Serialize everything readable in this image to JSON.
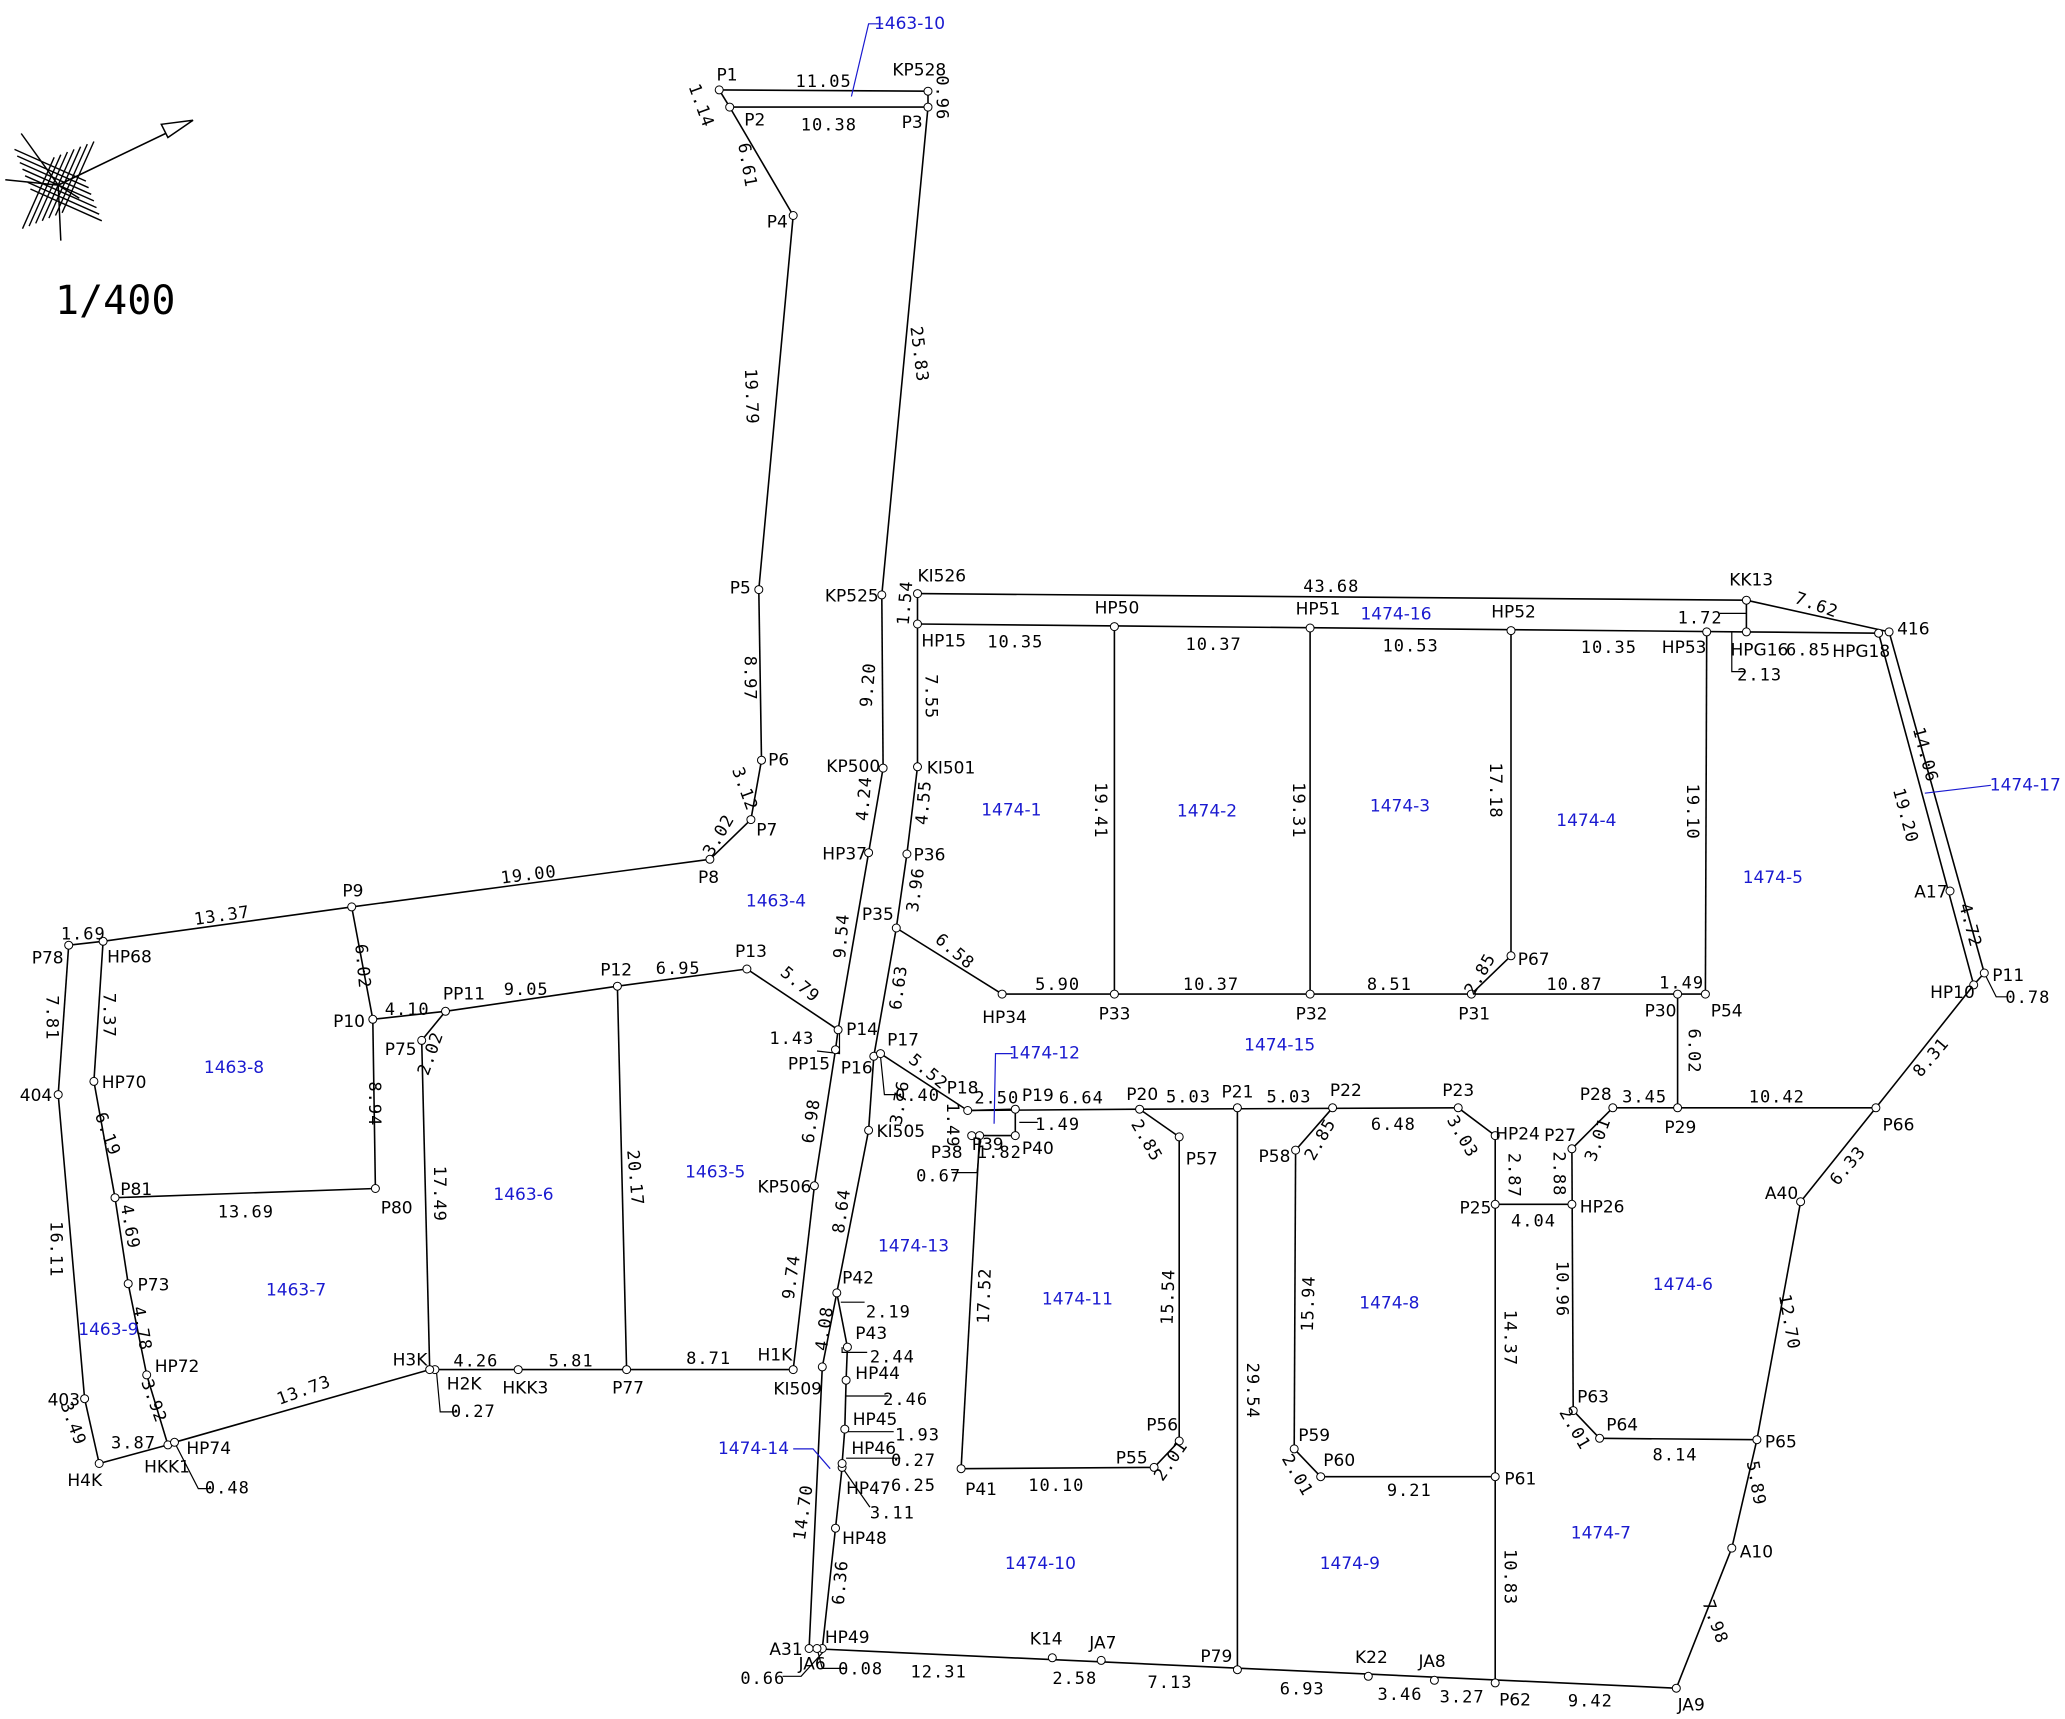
{
  "scale_text": "1/400",
  "north_arrow_icon": "north-arrow-compass-icon",
  "colors": {
    "line": "#000000",
    "parcel_text": "#1a1ad0",
    "background": "#ffffff"
  },
  "points": [
    "P1",
    "KP528",
    "P2",
    "P3",
    "P4",
    "P5",
    "P6",
    "P7",
    "P8",
    "P9",
    "P78",
    "HP68",
    "HP70",
    "404",
    "P81",
    "P73",
    "HP72",
    "403",
    "H4K",
    "HKK1",
    "HP74",
    "P10",
    "PP11",
    "P75",
    "P12",
    "P13",
    "P14",
    "PP15",
    "P16",
    "P17",
    "P18",
    "P19",
    "P39",
    "P38",
    "P40",
    "P20",
    "P57",
    "P21",
    "P22",
    "P58",
    "P23",
    "HP24",
    "P25",
    "HP26",
    "P27",
    "P28",
    "P29",
    "P66",
    "A40",
    "P65",
    "A10",
    "JA9",
    "P62",
    "JA8",
    "K22",
    "P79",
    "JA7",
    "K14",
    "HP49",
    "A31",
    "JA6",
    "HP48",
    "HP47",
    "HP46",
    "HP45",
    "HP44",
    "P43",
    "P42",
    "KI509",
    "H1K",
    "P77",
    "HKK3",
    "H2K",
    "H3K",
    "P80",
    "KP506",
    "KI505",
    "P41",
    "P55",
    "P56",
    "P59",
    "P60",
    "P61",
    "P63",
    "P64",
    "KP525",
    "KP500",
    "KI526",
    "HP15",
    "KI501",
    "HP37",
    "P36",
    "P35",
    "HP34",
    "P33",
    "P32",
    "P31",
    "P30",
    "P54",
    "P67",
    "HP50",
    "HP51",
    "HP52",
    "HP53",
    "KK13",
    "HPG16",
    "HPG18",
    "416",
    "A17",
    "P11",
    "HP10"
  ],
  "dimensions": [
    "11.05",
    "0.96",
    "1.14",
    "10.38",
    "6.61",
    "25.83",
    "19.79",
    "8.97",
    "3.12",
    "3.02",
    "19.00",
    "13.37",
    "1.69",
    "7.81",
    "7.37",
    "6.19",
    "16.11",
    "4.69",
    "4.78",
    "3.92",
    "3.49",
    "3.87",
    "0.48",
    "13.73",
    "13.69",
    "6.02",
    "4.10",
    "8.94",
    "9.05",
    "2.02",
    "6.95",
    "5.79",
    "17.49",
    "20.17",
    "4.26",
    "0.27",
    "5.81",
    "8.71",
    "1.54",
    "9.20",
    "10.35",
    "7.55",
    "43.68",
    "10.37",
    "10.53",
    "10.35",
    "7.62",
    "1.72",
    "6.85",
    "2.13",
    "14.06",
    "19.20",
    "4.72",
    "0.78",
    "8.31",
    "6.33",
    "12.70",
    "5.89",
    "7.98",
    "4.24",
    "4.55",
    "19.41",
    "19.31",
    "17.18",
    "19.10",
    "9.54",
    "3.96",
    "6.58",
    "5.90",
    "10.37",
    "8.51",
    "2.85",
    "10.87",
    "1.49",
    "6.02",
    "6.63",
    "1.43",
    "5.52",
    "0.40",
    "2.50",
    "6.64",
    "1.49",
    "1.49",
    "1.82",
    "0.67",
    "3.76",
    "5.03",
    "5.03",
    "6.48",
    "2.85",
    "2.85",
    "3.03",
    "3.45",
    "3.01",
    "10.42",
    "2.88",
    "2.87",
    "4.04",
    "6.98",
    "8.64",
    "9.74",
    "4.08",
    "2.19",
    "2.44",
    "2.46",
    "1.93",
    "0.27",
    "6.25",
    "3.11",
    "14.70",
    "6.36",
    "17.52",
    "10.10",
    "15.54",
    "2.01",
    "15.94",
    "2.01",
    "9.21",
    "14.37",
    "10.96",
    "2.01",
    "8.14",
    "29.54",
    "10.83",
    "0.66",
    "0.08",
    "12.31",
    "2.58",
    "7.13",
    "6.93",
    "3.46",
    "3.27",
    "9.42"
  ],
  "parcels": [
    "1463-10",
    "1463-4",
    "1463-8",
    "1463-6",
    "1463-5",
    "1463-7",
    "1463-9",
    "1474-1",
    "1474-2",
    "1474-16",
    "1474-3",
    "1474-4",
    "1474-5",
    "1474-17",
    "1474-15",
    "1474-12",
    "1474-13",
    "1474-11",
    "1474-8",
    "1474-6",
    "1474-14",
    "1474-10",
    "1474-9",
    "1474-7"
  ]
}
